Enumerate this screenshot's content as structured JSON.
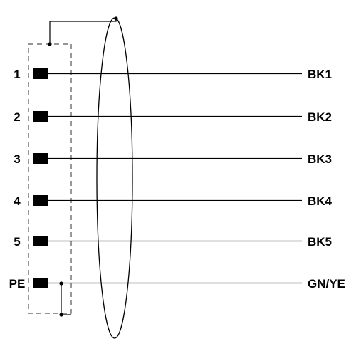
{
  "diagram": {
    "pins": [
      {
        "label": "1",
        "wire": "BK1"
      },
      {
        "label": "2",
        "wire": "BK2"
      },
      {
        "label": "3",
        "wire": "BK3"
      },
      {
        "label": "4",
        "wire": "BK4"
      },
      {
        "label": "5",
        "wire": "BK5"
      },
      {
        "label": "PE",
        "wire": "GN/YE"
      }
    ],
    "colors": {
      "line": "#000000",
      "background": "#ffffff"
    }
  }
}
